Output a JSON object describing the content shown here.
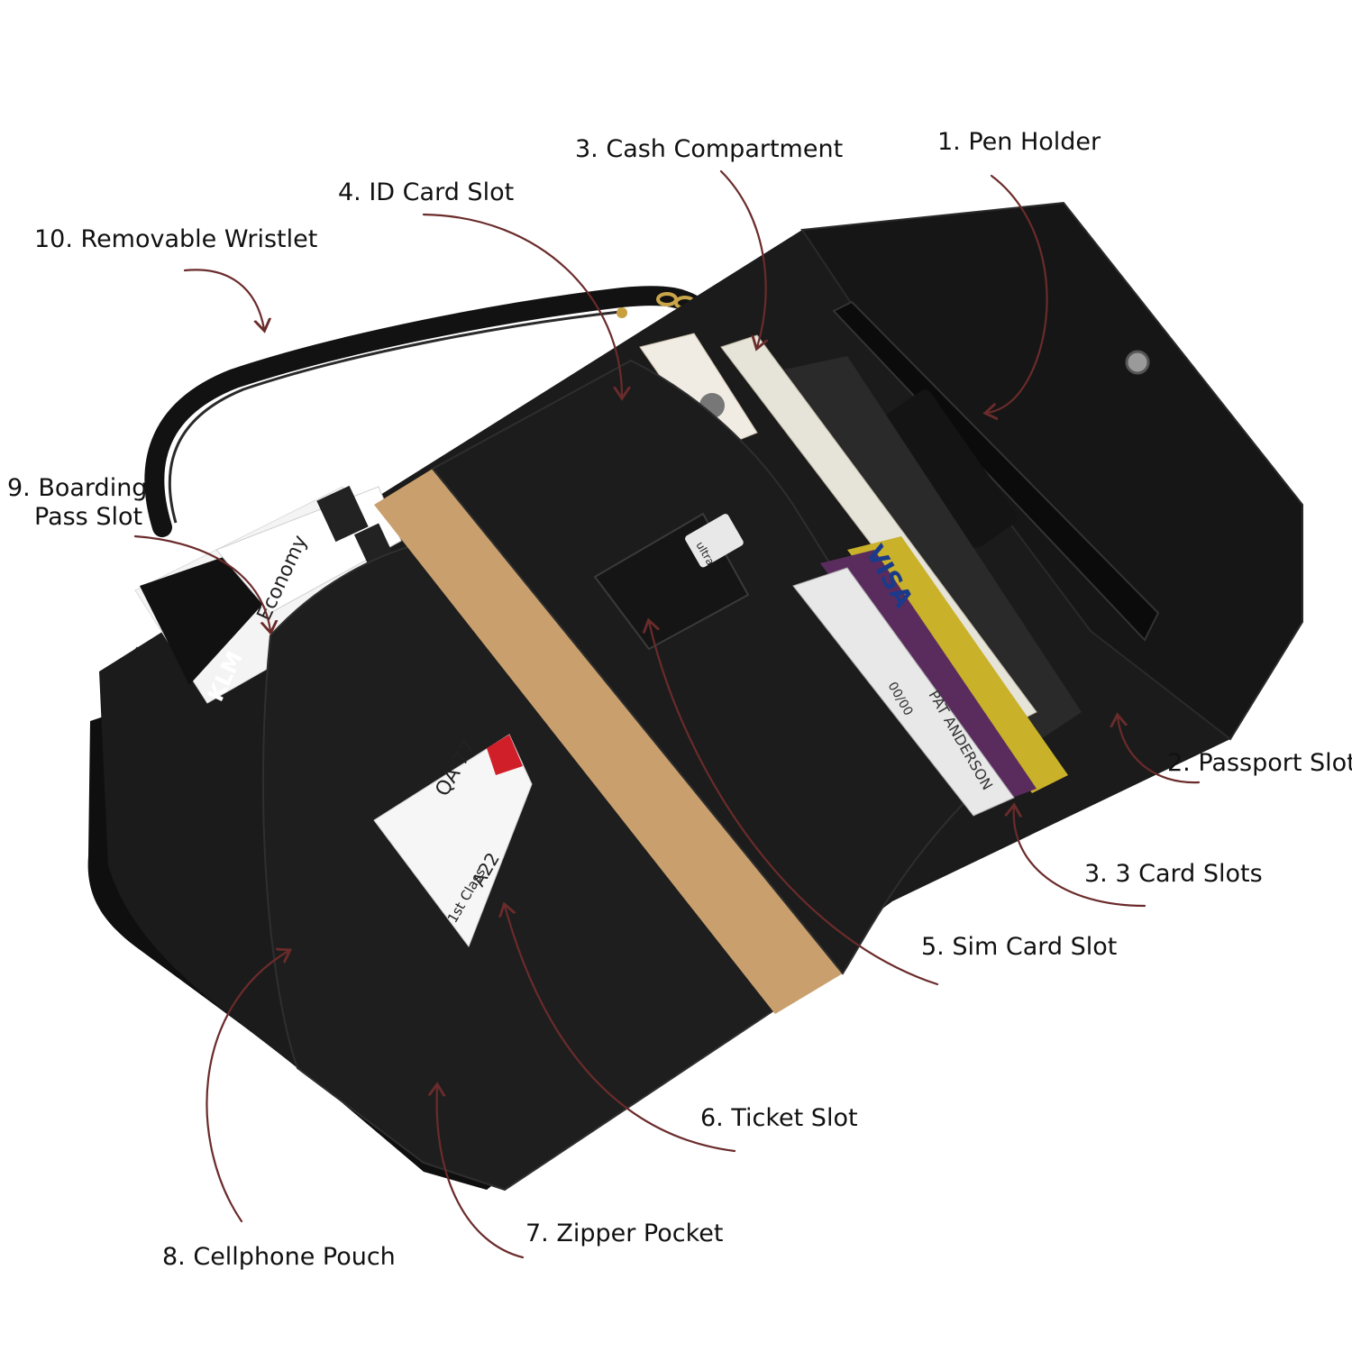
{
  "colors": {
    "leather": "#1b1b1b",
    "leather_dark": "#0d0d0d",
    "strap": "#121212",
    "tan": "#c9a06d",
    "arrow": "#6b2b2b",
    "label": "#111111",
    "gold_card": "#c9b12a",
    "purple_card": "#5a2c5e"
  },
  "callouts": [
    {
      "id": "pen-holder",
      "lines": [
        "1. Pen Holder"
      ]
    },
    {
      "id": "passport-slot",
      "lines": [
        "2. Passport Slot"
      ]
    },
    {
      "id": "cash-compartment",
      "lines": [
        "3. Cash Compartment"
      ]
    },
    {
      "id": "card-slots",
      "lines": [
        "3. 3 Card Slots"
      ]
    },
    {
      "id": "id-card-slot",
      "lines": [
        "4. ID Card Slot"
      ]
    },
    {
      "id": "sim-card-slot",
      "lines": [
        "5. Sim Card Slot"
      ]
    },
    {
      "id": "ticket-slot",
      "lines": [
        "6. Ticket Slot"
      ]
    },
    {
      "id": "zipper-pocket",
      "lines": [
        "7. Zipper Pocket"
      ]
    },
    {
      "id": "cellphone-pouch",
      "lines": [
        "8. Cellphone Pouch"
      ]
    },
    {
      "id": "boarding-pass-slot",
      "lines": [
        "9. Boarding",
        "Pass Slot"
      ]
    },
    {
      "id": "removable-wristlet",
      "lines": [
        "10. Removable Wristlet"
      ]
    }
  ],
  "product_text": {
    "card_brand": "VISA",
    "cardholder": "PAT ANDERSON",
    "card_expiry": "00/00",
    "boarding_class": "Economy",
    "airline": "KLM",
    "flight_number": "QA 77",
    "seat": "A22",
    "cabin": "1st Class",
    "sim_label": "ultra"
  }
}
